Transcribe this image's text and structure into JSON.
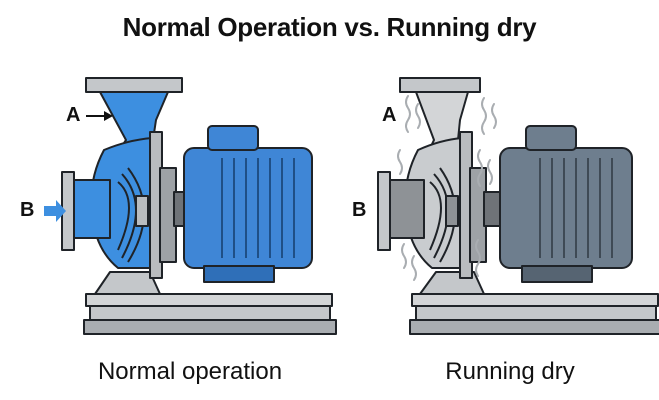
{
  "title": "Normal Operation vs. Running dry",
  "panels": [
    {
      "caption": "Normal operation",
      "label_a": "A",
      "label_b": "B",
      "state": "filled-with-liquid"
    },
    {
      "caption": "Running dry",
      "label_a": "A",
      "label_b": "B",
      "state": "dry-with-heat"
    }
  ],
  "colors": {
    "water": "#3d8fe0",
    "motor_blue": "#3f86d6",
    "motor_gray": "#6e7e8e",
    "metal": "#b9bcbf",
    "metal_dark": "#7d8185",
    "outline": "#1f2328",
    "heat": "#a9adb1"
  },
  "icons": [
    "arrow-right-icon",
    "inlet-arrow-icon",
    "heat-wave-icon"
  ]
}
